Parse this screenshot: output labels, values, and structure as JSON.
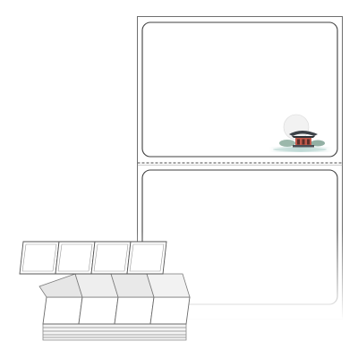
{
  "colors": {
    "outline": "#6f6f6f",
    "label_stroke": "#3f3f3f",
    "stack_fill": "#ffffff",
    "stack_shade": "#e6e6e6",
    "moon": "#f2f2f2",
    "roof": "#3c4147",
    "pavilion_red": "#c0584a"
  },
  "icons": {
    "illustration": "pavilion-moon-illustration",
    "stack": "fanfold-label-stack-icon"
  },
  "labels_per_sheet": 2,
  "stack_columns": 4
}
